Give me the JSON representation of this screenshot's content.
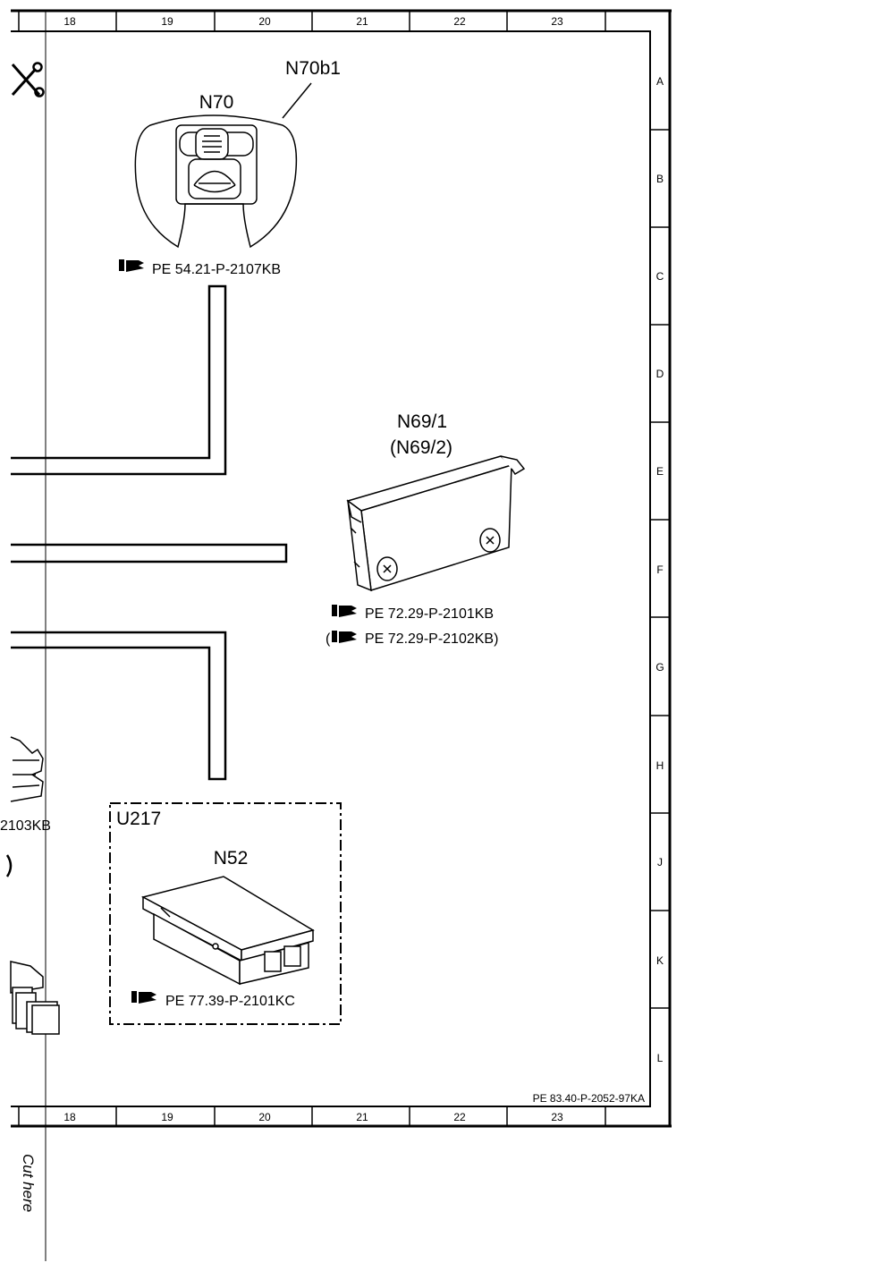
{
  "grid": {
    "columns": [
      "18",
      "19",
      "20",
      "21",
      "22",
      "23"
    ],
    "rows": [
      "A",
      "B",
      "C",
      "D",
      "E",
      "F",
      "G",
      "H",
      "J",
      "K",
      "L"
    ]
  },
  "components": {
    "n70": {
      "label": "N70",
      "sublabel": "N70b1",
      "ref": "PE 54.21-P-2107KB"
    },
    "n69": {
      "label": "N69/1",
      "alt_label": "(N69/2)",
      "ref": "PE 72.29-P-2101KB",
      "alt_ref": "PE 72.29-P-2102KB)"
    },
    "u217": {
      "label": "U217"
    },
    "n52": {
      "label": "N52",
      "ref": "PE 77.39-P-2101KC"
    },
    "left_partial": {
      "ref": "2103KB"
    }
  },
  "sheet_id": "PE 83.40-P-2052-97KA",
  "cut_here": "Cut here"
}
